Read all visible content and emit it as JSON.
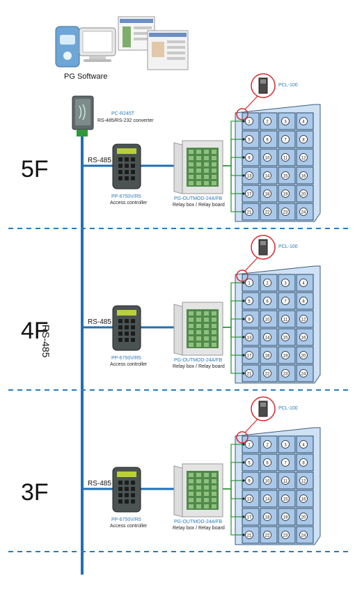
{
  "software": {
    "label": "PG Software"
  },
  "converter": {
    "model": "PC-R245T",
    "desc": "RS-485/RS-232 converter"
  },
  "bus_label_vertical": "RS-485",
  "floors": [
    {
      "name": "5F",
      "bus_label": "RS-485",
      "controller": {
        "model": "PP-6750V/R5",
        "desc": "Access controller"
      },
      "relay": {
        "model": "PG-OUTMOD-24A/FB",
        "desc": "Relay box / Relay board"
      },
      "reader": {
        "model": "PCL-100"
      }
    },
    {
      "name": "4F",
      "bus_label": "RS-485",
      "controller": {
        "model": "PP-6750V/R5",
        "desc": "Access controller"
      },
      "relay": {
        "model": "PG-OUTMOD-24A/FB",
        "desc": "Relay box / Relay board"
      },
      "reader": {
        "model": "PCL-100"
      }
    },
    {
      "name": "3F",
      "bus_label": "RS-485",
      "controller": {
        "model": "PP-6750V/R5",
        "desc": "Access controller"
      },
      "relay": {
        "model": "PG-OUTMOD-24A/FB",
        "desc": "Relay box / Relay board"
      },
      "reader": {
        "model": "PCL-100"
      }
    }
  ],
  "locker_numbers": [
    1,
    2,
    3,
    4,
    5,
    6,
    7,
    8,
    9,
    10,
    11,
    12,
    13,
    14,
    15,
    16,
    17,
    18,
    19,
    20,
    21,
    22,
    23,
    24
  ],
  "colors": {
    "bus": "#1f6fb5",
    "divider": "#2a7ab8",
    "wire": "#2e9a3a",
    "locker": "#a9c8ea",
    "highlight": "#d6272b",
    "label_blue": "#2a7ab8"
  }
}
